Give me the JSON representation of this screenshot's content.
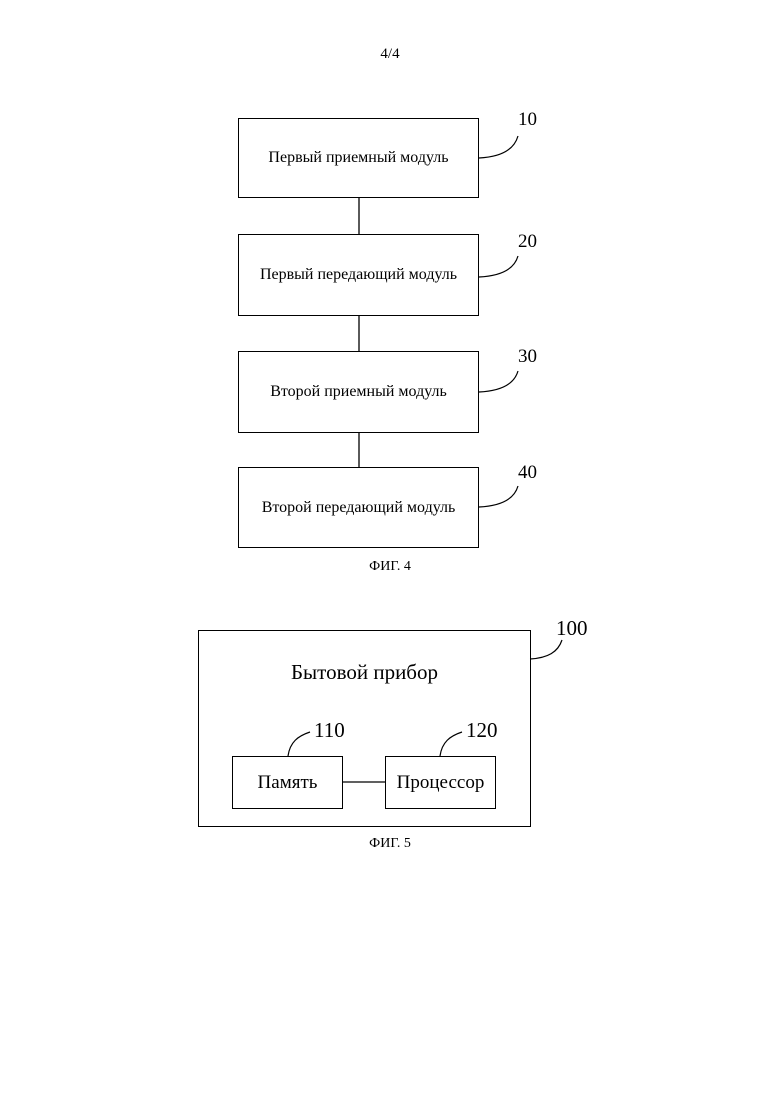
{
  "page_number": "4/4",
  "figure4": {
    "caption": "ФИГ. 4",
    "modules": [
      {
        "label": "Первый приемный модуль",
        "ref": "10"
      },
      {
        "label": "Первый передающий модуль",
        "ref": "20"
      },
      {
        "label": "Второй приемный модуль",
        "ref": "30"
      },
      {
        "label": "Второй передающий модуль",
        "ref": "40"
      }
    ]
  },
  "figure5": {
    "caption": "ФИГ. 5",
    "appliance": {
      "label": "Бытовой прибор",
      "ref": "100"
    },
    "memory": {
      "label": "Память",
      "ref": "110"
    },
    "processor": {
      "label": "Процессор",
      "ref": "120"
    }
  }
}
